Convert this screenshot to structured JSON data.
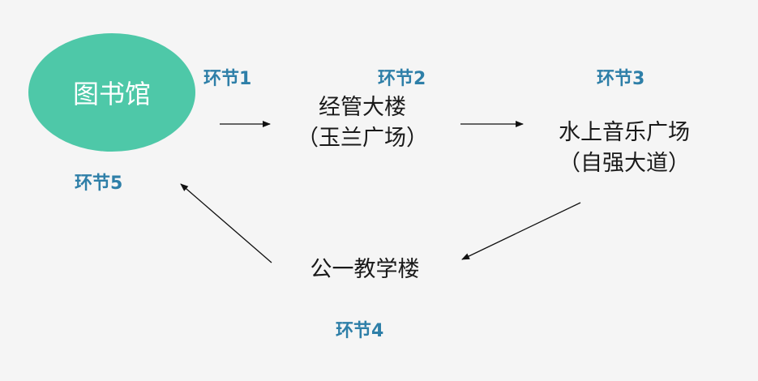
{
  "start_node": "图书馆",
  "nodes": {
    "node1": {
      "line1": "经管大楼",
      "line2": "（玉兰广场）"
    },
    "node2": {
      "line1": "水上音乐广场",
      "line2": "（自强大道）"
    },
    "node3": {
      "line1": "公一教学楼"
    }
  },
  "stages": [
    "环节1",
    "环节2",
    "环节3",
    "环节4",
    "环节5"
  ],
  "colors": {
    "ellipse": "#4ec8a8",
    "stage_label": "#2e7fa8",
    "arrow": "#111111"
  }
}
